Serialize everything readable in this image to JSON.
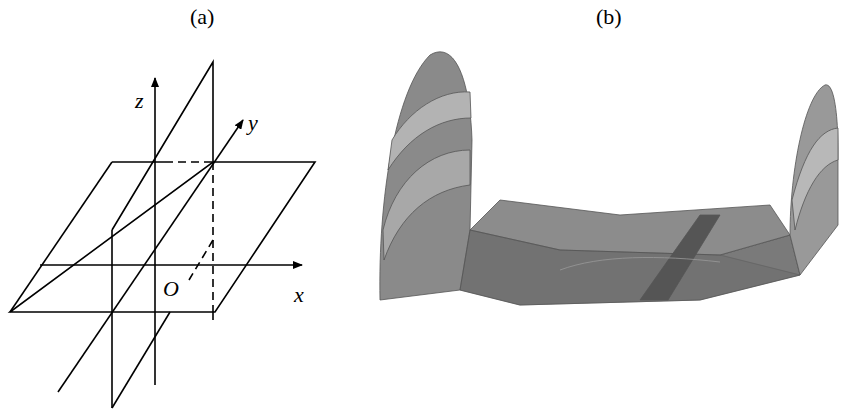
{
  "diagram": {
    "labels": [
      "(a)",
      "(b)",
      "z",
      "y",
      "x",
      "O"
    ]
  }
}
